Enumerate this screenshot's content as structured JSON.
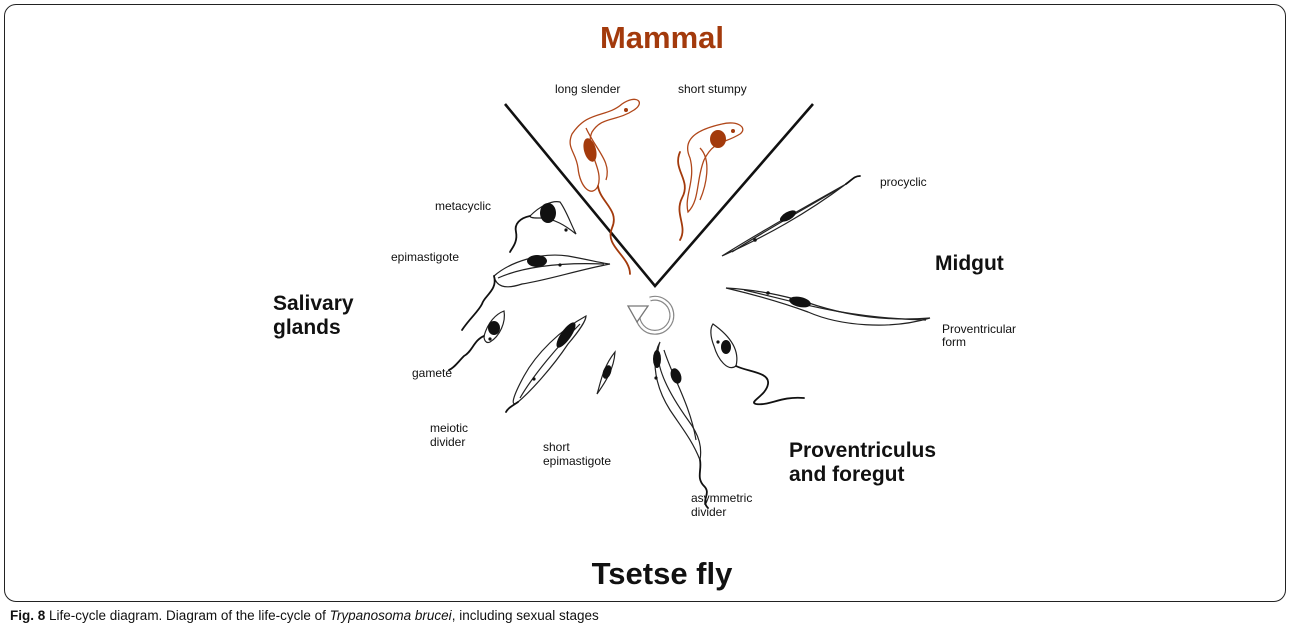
{
  "regions": {
    "mammal": "Mammal",
    "midgut": "Midgut",
    "salivary_line1": "Salivary",
    "salivary_line2": "glands",
    "proventriculus_line1": "Proventriculus",
    "proventriculus_line2": "and foregut",
    "tsetse": "Tsetse fly"
  },
  "stages": {
    "long_slender": "long slender",
    "short_stumpy": "short stumpy",
    "procyclic": "procyclic",
    "proventricular_line1": "Proventricular",
    "proventricular_line2": "form",
    "asymmetric_line1": "asymmetric",
    "asymmetric_line2": "divider",
    "short_epi_line1": "short",
    "short_epi_line2": "epimastigote",
    "meiotic_line1": "meiotic",
    "meiotic_line2": "divider",
    "gamete": "gamete",
    "epimastigote": "epimastigote",
    "metacyclic": "metacyclic"
  },
  "caption": {
    "fig_label": "Fig. 8",
    "text_before": " Life-cycle diagram. Diagram of the life-cycle of ",
    "species": "Trypanosoma brucei",
    "text_after": ", including sexual stages"
  },
  "colors": {
    "mammal": "#a33a0c",
    "text": "#111111"
  }
}
